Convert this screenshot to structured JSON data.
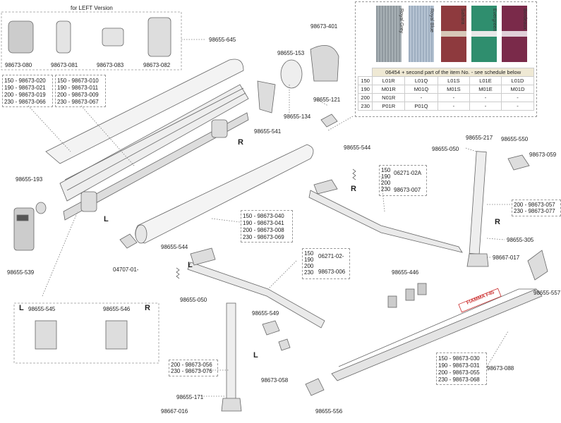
{
  "header": {
    "left_version": "for LEFT Version"
  },
  "left_kit": [
    {
      "code": "98673-080"
    },
    {
      "code": "98673-081"
    },
    {
      "code": "98673-083"
    },
    {
      "code": "98673-082"
    }
  ],
  "left_kit_group": "98655-645",
  "housing_lengths": {
    "a": [
      "150 - 98673-020",
      "190 - 98673-021",
      "200 - 98673-019",
      "230 - 98673-066"
    ],
    "b": [
      "150 - 98673-010",
      "190 - 98673-011",
      "200 - 98673-009",
      "230 - 98673-067"
    ]
  },
  "parts": {
    "p153": "98655-153",
    "p401": "98673-401",
    "p121": "98655-121",
    "p134": "98655-134",
    "p541": "98655-541",
    "p193": "98655-193",
    "p539": "98655-539",
    "p04707": "04707-01-",
    "p544a": "98655-544",
    "p544b": "98655-544",
    "p050a": "98655-050",
    "p050b": "98655-050",
    "p217": "98655-217",
    "p550": "98655-550",
    "p059": "98673-059",
    "p305": "98655-305",
    "p017": "98667-017",
    "p557": "98655-557",
    "p446": "98655-446",
    "p549": "98655-549",
    "p058": "98673-058",
    "p171": "98655-171",
    "p016": "98667-016",
    "p556": "98655-556",
    "p088": "98673-088",
    "p545": "98655-545",
    "p546": "98655-546"
  },
  "roller_lengths": [
    "150 - 98673-040",
    "190 - 98673-041",
    "200 - 98673-008",
    "230 - 98673-069"
  ],
  "arm_right": {
    "sizes": [
      "150",
      "190",
      "200",
      "230"
    ],
    "code1": "06271-02A",
    "code2": "98673-007"
  },
  "arm_left": {
    "sizes": [
      "150",
      "190",
      "200",
      "230"
    ],
    "code1": "06271-02-",
    "code2": "98673-006"
  },
  "leg_right_lengths": [
    "200 - 98673-057",
    "230 - 98673-077"
  ],
  "leg_left_lengths": [
    "200 - 98673-056",
    "230 - 98673-076"
  ],
  "lead_rail_lengths": [
    "150 - 98673-030",
    "190 - 98673-031",
    "200 - 98673-055",
    "230 - 98673-068"
  ],
  "sides": {
    "L": "L",
    "R": "R"
  },
  "brand": "FIAMMA F45",
  "fabric": {
    "colors": [
      {
        "name": "Royal Grey",
        "hex": "#9aa3a8"
      },
      {
        "name": "Royal Blue",
        "hex": "#aab8c8"
      },
      {
        "name": "Sahara",
        "hex": "#8e3a3e"
      },
      {
        "name": "Evergreen",
        "hex": "#2f8e6e"
      },
      {
        "name": "Bordeaux",
        "hex": "#7a2a4a"
      }
    ],
    "note": "06454 + second part of the item No. - see schedule below",
    "rows": [
      {
        "size": "150",
        "cells": [
          "L01R",
          "L01Q",
          "L01S",
          "L01E",
          "L01D"
        ]
      },
      {
        "size": "190",
        "cells": [
          "M01R",
          "M01Q",
          "M01S",
          "M01E",
          "M01D"
        ]
      },
      {
        "size": "200",
        "cells": [
          "N01R",
          "-",
          "-",
          "-",
          "-"
        ]
      },
      {
        "size": "230",
        "cells": [
          "P01R",
          "P01Q",
          "-",
          "-",
          "-"
        ]
      }
    ]
  }
}
